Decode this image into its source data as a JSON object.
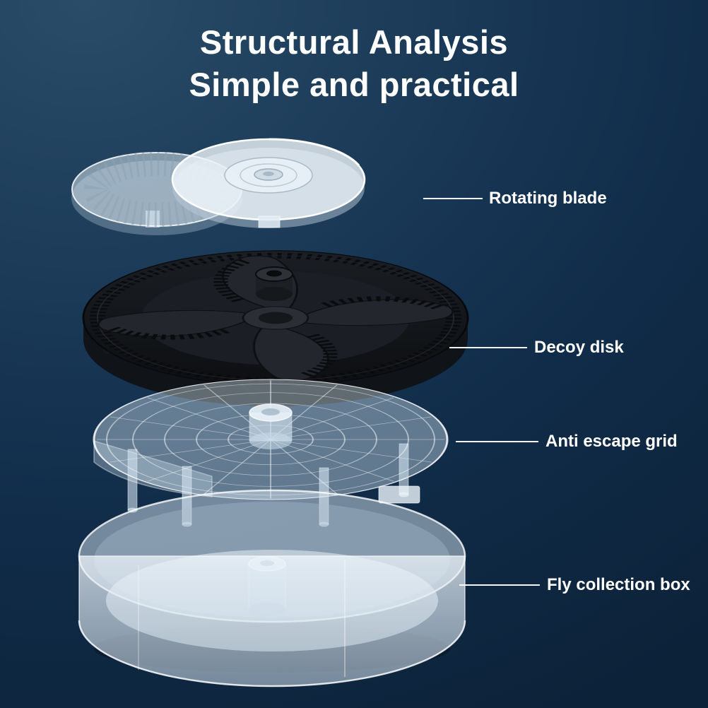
{
  "title": {
    "line1": "Structural Analysis",
    "line2": "Simple and practical"
  },
  "callouts": [
    {
      "id": "rotating-blade",
      "label": "Rotating blade"
    },
    {
      "id": "decoy-disk",
      "label": "Decoy disk"
    },
    {
      "id": "anti-escape-grid",
      "label": "Anti escape grid"
    },
    {
      "id": "fly-collection-box",
      "label": "Fly collection box"
    }
  ],
  "colors": {
    "background_top": "#2a4c68",
    "background_bottom": "#0c2239",
    "text": "#ffffff",
    "dark_part": "#1a1d22",
    "clear_part": "#e4eef6"
  }
}
